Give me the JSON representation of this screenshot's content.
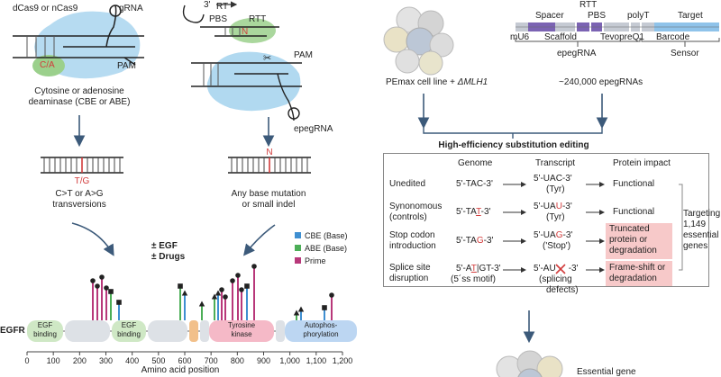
{
  "left": {
    "base_editor": {
      "dcas9": "dCas9 or nCas9",
      "grna": "gRNA",
      "pam": "PAM",
      "ca": "C/A",
      "deaminase_1": "Cytosine or adenosine",
      "deaminase_2": "deaminase (CBE or ABE)",
      "tg": "T/G",
      "result_1": "C>T or A>G",
      "result_2": "transversions"
    },
    "prime_editor": {
      "three": "3'",
      "rt": "RT",
      "pbs": "PBS",
      "rtt": "RTT",
      "n": "N",
      "pam": "PAM",
      "epegrna": "epegRNA",
      "n2": "N",
      "result_1": "Any base mutation",
      "result_2": "or small indel"
    },
    "treatment_1": "± EGF",
    "treatment_2": "± Drugs",
    "legend": [
      {
        "label": "CBE (Base)",
        "color": "#3f8fd1"
      },
      {
        "label": "ABE (Base)",
        "color": "#4cae57"
      },
      {
        "label": "Prime",
        "color": "#b8387a"
      }
    ],
    "gene": "EGFR",
    "domains": [
      {
        "label_1": "EGF",
        "label_2": "binding",
        "color": "#cfe8c5"
      },
      {
        "label_1": "",
        "label_2": "",
        "color": "#dde1e6"
      },
      {
        "label_1": "EGF",
        "label_2": "binding",
        "color": "#cfe8c5"
      },
      {
        "label_1": "",
        "label_2": "",
        "color": "#dde1e6"
      },
      {
        "label_1": "",
        "label_2": "",
        "color": "#f2c08a"
      },
      {
        "label_1": "",
        "label_2": "",
        "color": "#dde1e6"
      },
      {
        "label_1": "Tyrosine",
        "label_2": "kinase",
        "color": "#f5b9c7"
      },
      {
        "label_1": "",
        "label_2": "",
        "color": "#dde1e6"
      },
      {
        "label_1": "Autophos-",
        "label_2": "phorylation",
        "color": "#bcd6f2"
      }
    ],
    "axis": {
      "ticks": [
        "0",
        "100",
        "200",
        "300",
        "400",
        "500",
        "600",
        "700",
        "800",
        "900",
        "1,000",
        "1,100",
        "1,200"
      ],
      "label": "Amino acid position"
    }
  },
  "right": {
    "cells_label_1": "PEmax cell line + ",
    "cells_label_2": "ΔMLH1",
    "construct": {
      "spacer": "Spacer",
      "rtt": "RTT",
      "pbs": "PBS",
      "polyt": "polyT",
      "target": "Target",
      "mu6": "mU6",
      "scaffold": "Scaffold",
      "tevopreq1": "TevopreQ1",
      "barcode": "Barcode",
      "epegrna": "epegRNA",
      "sensor": "Sensor"
    },
    "library": "~240,000 epegRNAs",
    "table_title": "High-efficiency substitution editing",
    "headers": {
      "genome": "Genome",
      "transcript": "Transcript",
      "impact": "Protein impact"
    },
    "rows": [
      {
        "label_1": "Unedited",
        "label_2": "",
        "g_pre": "5'-TAC-3'",
        "g_mut": "",
        "g_post": "",
        "g_sub": "",
        "t_pre": "5'-UAC-3'",
        "t_mut": "",
        "t_post": "",
        "t_sub": "(Tyr)",
        "impact_1": "Functional",
        "impact_2": ""
      },
      {
        "label_1": "Synonomous",
        "label_2": "(controls)",
        "g_pre": "5'-TA",
        "g_mut": "T",
        "g_post": "-3'",
        "g_sub": "",
        "t_pre": "5'-UA",
        "t_mut": "U",
        "t_post": "-3'",
        "t_sub": "(Tyr)",
        "impact_1": "Functional",
        "impact_2": ""
      },
      {
        "label_1": "Stop codon",
        "label_2": "introduction",
        "g_pre": "5'-TA",
        "g_mut": "G",
        "g_post": "-3'",
        "g_sub": "",
        "t_pre": "5'-UA",
        "t_mut": "G",
        "t_post": "-3'",
        "t_sub": "('Stop')",
        "impact_1": "Truncated",
        "impact_2": "protein or",
        "impact_3": "degradation"
      },
      {
        "label_1": "Splice site",
        "label_2": "disruption",
        "g_pre": "5'-A",
        "g_mut": "T",
        "g_post": "|GT-3'",
        "g_sub": "(5´ss motif)",
        "t_pre": "5'-AU",
        "t_mut": "",
        "t_post": "-3'",
        "t_sub": "(splicing",
        "t_sub_2": "defects)",
        "impact_1": "Frame-shift or",
        "impact_2": "degradation"
      }
    ],
    "targeting_1": "Targeting",
    "targeting_2": "1,149",
    "targeting_3": "essential",
    "targeting_4": "genes",
    "bottom": "Essential gene"
  }
}
